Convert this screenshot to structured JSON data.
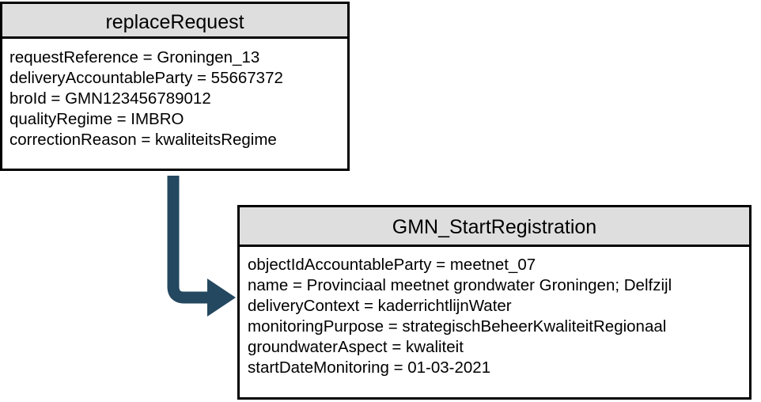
{
  "diagram": {
    "title": "replaceRequest to GMN_StartRegistration",
    "background_color": "#ffffff",
    "header_fill": "#dedede",
    "border_color": "#000000",
    "connector_color": "#234860"
  },
  "boxes": [
    {
      "id": "replaceRequest",
      "header": "replaceRequest",
      "attributes": [
        "requestReference = Groningen_13",
        "deliveryAccountableParty = 55667372",
        "broId = GMN123456789012",
        "qualityRegime = IMBRO",
        "correctionReason = kwaliteitsRegime"
      ]
    },
    {
      "id": "GMN_StartRegistration",
      "header": "GMN_StartRegistration",
      "attributes": [
        "objectIdAccountableParty = meetnet_07",
        "name = Provinciaal meetnet grondwater Groningen; Delfzijl",
        "deliveryContext = kaderrichtlijnWater",
        "monitoringPurpose = strategischBeheerKwaliteitRegionaal",
        "groundwaterAspect = kwaliteit",
        "startDateMonitoring = 01-03-2021"
      ]
    }
  ],
  "connector": {
    "name": "elbow-arrow",
    "from": "replaceRequest",
    "to": "GMN_StartRegistration",
    "style": "solid-elbow-with-filled-arrowhead"
  }
}
